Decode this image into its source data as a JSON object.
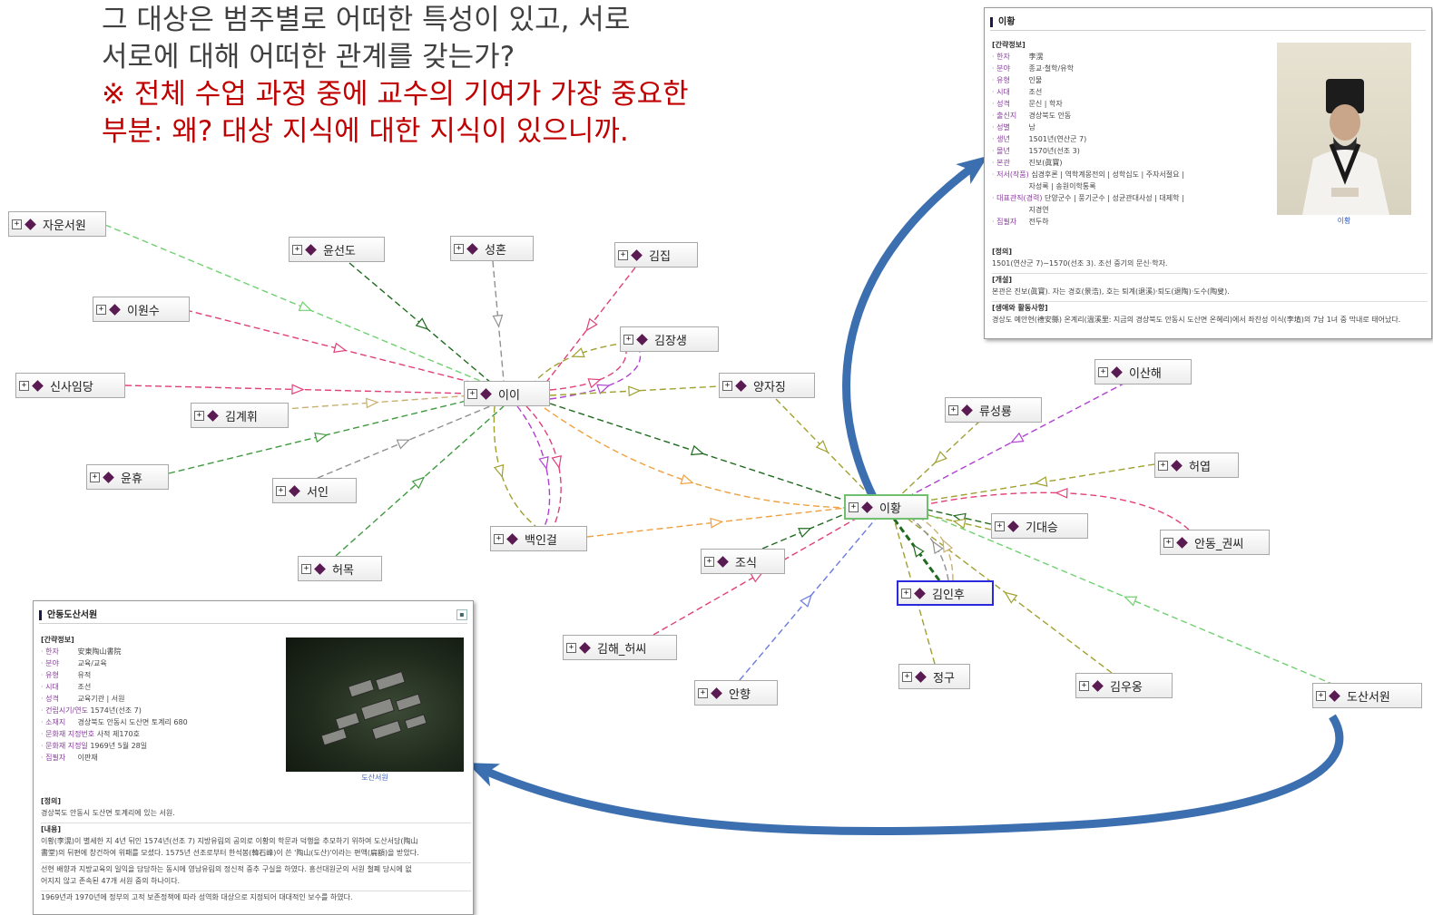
{
  "heading": {
    "line1": "그 대상은 범주별로 어떠한 특성이 있고, 서로",
    "line2": "서로에 대해 어떠한 관계를 갖는가?",
    "line3": "※ 전체 수업 과정 중에 교수의 기여가 가장 중요한",
    "line4": "부분: 왜? 대상 지식에 대한 지식이 있으니까."
  },
  "graph": {
    "expand_glyph": "+",
    "nodes": {
      "jaun": "자운서원",
      "yunseondo": "윤선도",
      "seonghon": "성혼",
      "gimjip": "김집",
      "iwonsu": "이원수",
      "gimjangsaeng": "김장생",
      "sinsaimdang": "신사임당",
      "iyi": "이이",
      "gimgyehwi": "김계휘",
      "yangjajing": "양자징",
      "isanhae": "이산해",
      "ryuseongryong": "류성룡",
      "yunhyu": "윤휴",
      "seoin": "서인",
      "heoyeop": "허엽",
      "ihwang": "이황",
      "gidaeseung": "기대승",
      "baekingeol": "백인걸",
      "andong": "안동_권씨",
      "josik": "조식",
      "heomok": "허목",
      "giminhu": "김인후",
      "gimhae": "김해_허씨",
      "jeonggu": "정구",
      "gimuong": "김우옹",
      "anhyang": "안향",
      "dosan": "도산서원"
    },
    "colors": {
      "green": "#3e9a3e",
      "pink": "#e0407a",
      "gray": "#909090",
      "olive": "#a0a030",
      "tan": "#c8b070",
      "purple": "#b040d0",
      "orange": "#f0a040",
      "lightgreen": "#70d070",
      "blue": "#6a7ae0",
      "darkgreen": "#1f6a1f",
      "arrow": "#3c6fb0"
    }
  },
  "panel_top": {
    "title": "이황",
    "summary_heading": "[간략정보]",
    "info": [
      {
        "k": "한자",
        "v": "李滉"
      },
      {
        "k": "분야",
        "v": "종교·철학/유학"
      },
      {
        "k": "유형",
        "v": "인물"
      },
      {
        "k": "시대",
        "v": "조선"
      },
      {
        "k": "성격",
        "v": "문신 | 학자"
      },
      {
        "k": "출신지",
        "v": "경상북도 안동"
      },
      {
        "k": "성별",
        "v": "남"
      },
      {
        "k": "생년",
        "v": "1501년(연산군 7)"
      },
      {
        "k": "몰년",
        "v": "1570년(선조 3)"
      },
      {
        "k": "본관",
        "v": "진보(眞寶)"
      },
      {
        "k": "저서(작품)",
        "v": "심경후론 | 역학계몽전의 | 성학십도 | 주자서절요 |"
      },
      {
        "k": "",
        "v": "자성록 | 송원이학통록"
      },
      {
        "k": "대표관직(경력)",
        "v": "단양군수 | 풍기군수 | 성균관대사성 | 대제학 |"
      },
      {
        "k": "",
        "v": "지경연"
      },
      {
        "k": "집필자",
        "v": "전두하"
      }
    ],
    "photo_caption": "이황",
    "definition_heading": "[정의]",
    "definition": "1501(연산군 7)∼1570(선조 3). 조선 중기의 문신·학자.",
    "overview_heading": "[개설]",
    "overview": "본관은 진보(眞寶). 자는 경호(景浩), 호는 퇴계(退溪)·퇴도(退陶)·도수(陶叟).",
    "life_heading": "[생애와 활동사항]",
    "life": "경상도 예안현(禮安縣) 온계리(溫溪里: 지금의 경상북도 안동시 도산면 온혜리)에서 좌찬성 이식(李埴)의 7남 1녀 중 막내로 태어났다."
  },
  "panel_bottom": {
    "title": "안동도산서원",
    "summary_heading": "[간략정보]",
    "info": [
      {
        "k": "한자",
        "v": "安東陶山書院"
      },
      {
        "k": "분야",
        "v": "교육/교육"
      },
      {
        "k": "유형",
        "v": "유적"
      },
      {
        "k": "시대",
        "v": "조선"
      },
      {
        "k": "성격",
        "v": "교육기관 | 서원"
      },
      {
        "k": "건립시기/연도",
        "v": "1574년(선조 7)"
      },
      {
        "k": "소재지",
        "v": "경상북도 안동시 도산면 토계리 680"
      },
      {
        "k": "문화재 지정번호",
        "v": "사적 제170호"
      },
      {
        "k": "문화재 지정일",
        "v": "1969년 5월 28일"
      },
      {
        "k": "집필자",
        "v": "이판재"
      }
    ],
    "photo_caption": "도산서원",
    "definition_heading": "[정의]",
    "definition": "경상북도 안동시 도산면 토계리에 있는 서원.",
    "content_heading": "[내용]",
    "content1": "이황(李滉)이 별세한 지 4년 뒤인 1574년(선조 7) 지방유림의 공의로 이황의 학문과 덕행을 추모하기 위하여 도산서당(陶山",
    "content2": "書堂)의 뒤편에 창건하여 위패를 모셨다. 1575년 선조로부터 한석봉(韓石峰)이 쓴 '陶山(도산)'이라는 편액(扁額)을 받았다.",
    "content3": "선현 배향과 지방교육의 일익을 담당하는 동시에 영남유림의 정신적 중추 구실을 하였다. 흥선대원군의 서원 철폐 당시에 없",
    "content4": "어지지 않고 존속된 47개 서원 중의 하나이다.",
    "content5": "1969년과 1970년에 정부의 고적 보존정책에 따라 성역화 대상으로 지정되어 대대적인 보수를 하였다."
  }
}
